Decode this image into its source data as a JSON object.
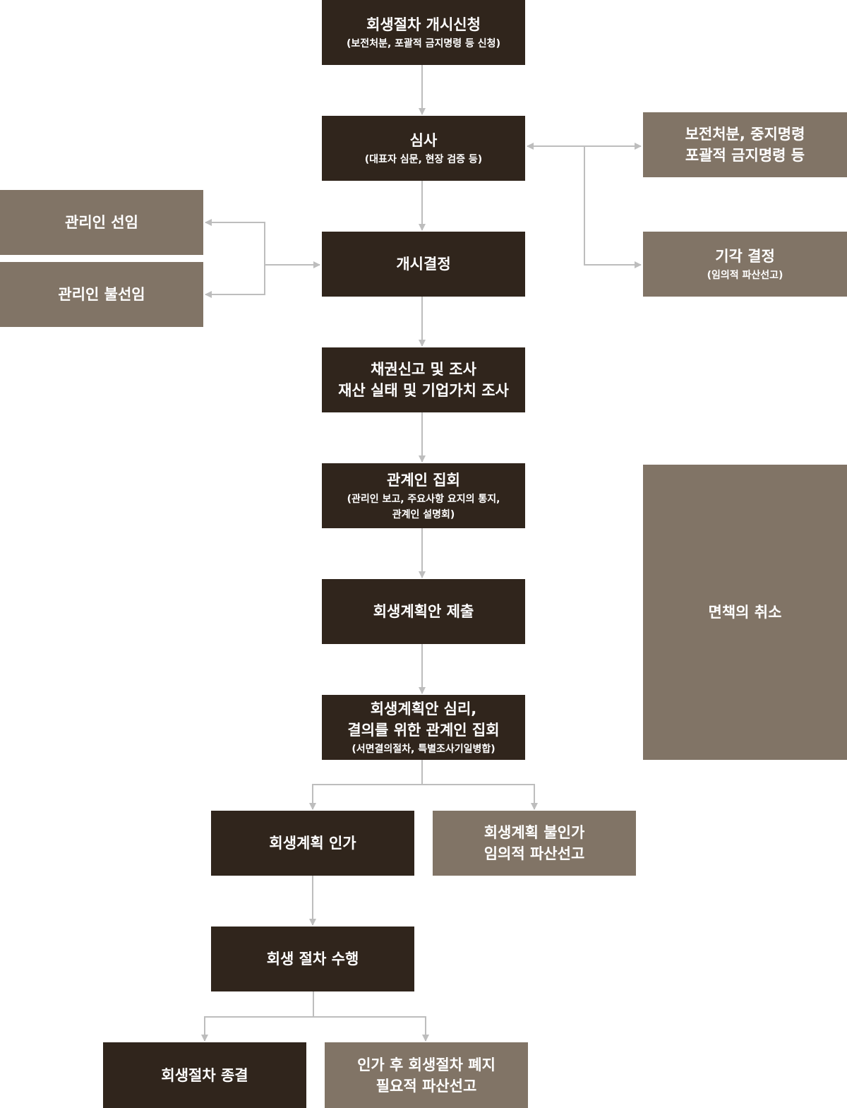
{
  "nodes": {
    "n1": {
      "line1": "회생절차 개시신청",
      "sub": "(보전처분, 포괄적 금지명령 등 신청)"
    },
    "n2": {
      "line1": "심사",
      "sub": "(대표자 심문, 현장 검증 등)"
    },
    "n3": {
      "line1": "개시결정"
    },
    "n4": {
      "line1": "채권신고 및 조사",
      "line2": "재산 실태 및 기업가치 조사"
    },
    "n5": {
      "line1": "관계인 집회",
      "sub1": "(관리인 보고, 주요사항 요지의 통지,",
      "sub2": "관계인 설명회)"
    },
    "n6": {
      "line1": "회생계획안 제출"
    },
    "n7": {
      "line1": "회생계획안 심리,",
      "line2": "결의를 위한 관계인 집회",
      "sub": "(서면결의절차, 특별조사기일병합)"
    },
    "n8": {
      "line1": "회생계획 인가"
    },
    "n9": {
      "line1": "회생계획 불인가",
      "line2": "임의적 파산선고"
    },
    "n10": {
      "line1": "회생 절차 수행"
    },
    "n11": {
      "line1": "회생절차 종결"
    },
    "n12": {
      "line1": "인가 후 회생절차 폐지",
      "line2": "필요적 파산선고"
    },
    "s1": {
      "line1": "보전처분, 중지명령",
      "line2": "포괄적 금지명령 등"
    },
    "s2": {
      "line1": "기각 결정",
      "sub": "(임의적 파산선고)"
    },
    "s3": {
      "line1": "관리인 선임"
    },
    "s4": {
      "line1": "관리인 불선임"
    },
    "s5": {
      "line1": "면책의 취소"
    }
  },
  "colors": {
    "dark": "#30251c",
    "light": "#817466",
    "arrow": "#bdbdbd"
  }
}
